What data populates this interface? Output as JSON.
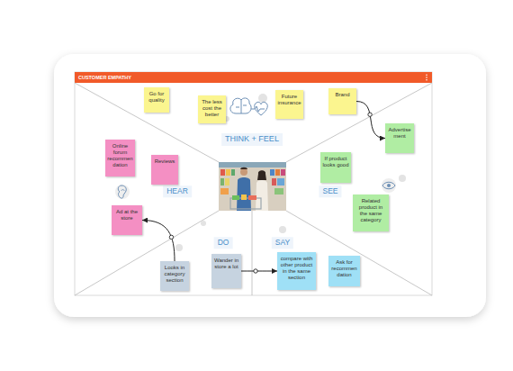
{
  "diagram": {
    "title": "CUSTOMER EMPATHY",
    "nodes": [
      {
        "text": [
          "Go for quality"
        ]
      },
      {
        "text": [
          "The less cost the better"
        ]
      },
      {
        "text": [
          "Future insurance"
        ]
      },
      {
        "text": [
          "Brand"
        ]
      },
      {
        "text": [
          "Advertisement"
        ]
      },
      {
        "text": [
          "Online forum recommendation"
        ]
      },
      {
        "text": [
          "Reviews"
        ]
      },
      {
        "text": [
          "If product looks good"
        ]
      },
      {
        "text": [
          "Related product in the same category"
        ]
      },
      {
        "text": [
          "Ad at the store"
        ]
      },
      {
        "text": [
          "Looks in category section"
        ]
      },
      {
        "text": [
          "Wander in store a lot"
        ]
      },
      {
        "text": [
          "compare with other product in the same section"
        ]
      },
      {
        "text": [
          "Ask for recommendation"
        ]
      }
    ],
    "edges": [
      {
        "from": 3,
        "to": 4,
        "arrow": "to"
      },
      {
        "from": 10,
        "to": 9,
        "arrow": "to"
      },
      {
        "from": 11,
        "to": 12,
        "arrow": "to"
      }
    ],
    "labels": [
      "THINK + FEEL",
      "HEAR",
      "SEE",
      "DO",
      "SAY"
    ]
  }
}
